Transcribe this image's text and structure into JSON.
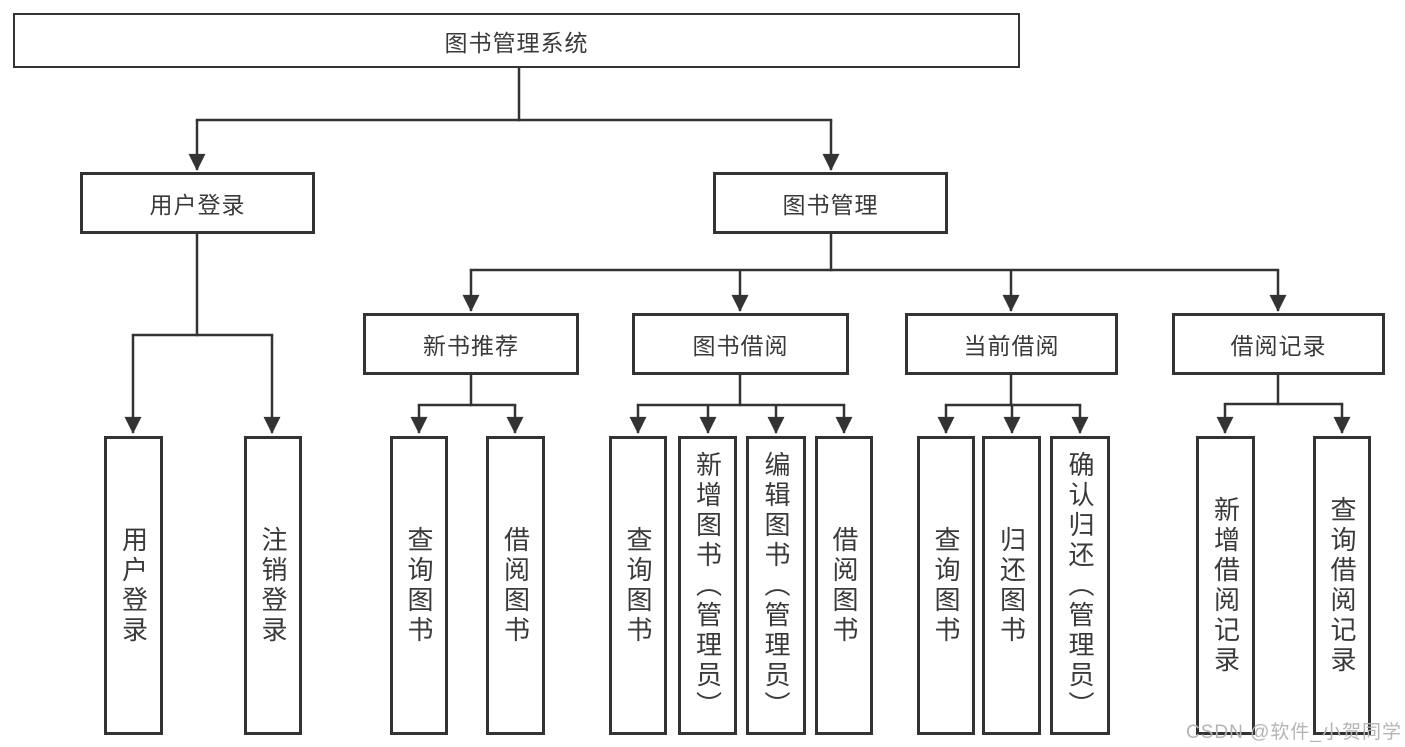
{
  "diagram": {
    "title_node": "图书管理系统",
    "tree": {
      "label": "图书管理系统",
      "children": [
        {
          "label": "用户登录",
          "children": [
            {
              "label": "用户登录"
            },
            {
              "label": "注销登录"
            }
          ]
        },
        {
          "label": "图书管理",
          "children": [
            {
              "label": "新书推荐",
              "children": [
                {
                  "label": "查询图书"
                },
                {
                  "label": "借阅图书"
                }
              ]
            },
            {
              "label": "图书借阅",
              "children": [
                {
                  "label": "查询图书"
                },
                {
                  "label": "新增图书（管理员）"
                },
                {
                  "label": "编辑图书（管理员）"
                },
                {
                  "label": "借阅图书"
                }
              ]
            },
            {
              "label": "当前借阅",
              "children": [
                {
                  "label": "查询图书"
                },
                {
                  "label": "归还图书"
                },
                {
                  "label": "确认归还（管理员）"
                }
              ]
            },
            {
              "label": "借阅记录",
              "children": [
                {
                  "label": "新增借阅记录"
                },
                {
                  "label": "查询借阅记录"
                }
              ]
            }
          ]
        }
      ]
    }
  },
  "watermark": {
    "text": "CSDN @软件_小贺同学"
  },
  "colors": {
    "line": "#333333",
    "box_border": "#333333",
    "text": "#3a3a3a",
    "watermark": "#b5b5b5",
    "background": "#ffffff"
  }
}
